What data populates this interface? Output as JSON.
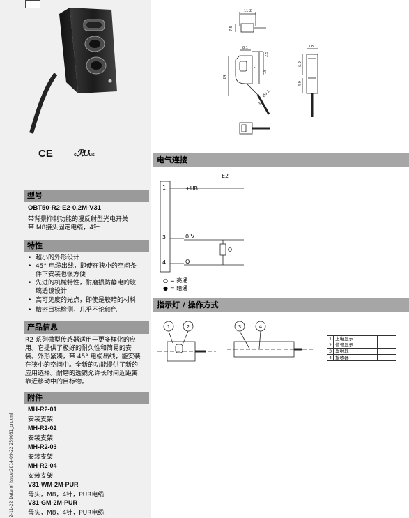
{
  "sections": {
    "model": "型号",
    "features": "特性",
    "product_info": "产品信息",
    "accessories": "附件",
    "electrical": "电气连接",
    "indicator": "指示灯 / 操作方式"
  },
  "model_number": "OBT50-R2-E2-0,2M-V31",
  "model_desc": [
    "带背景抑制功能的漫反射型光电开关",
    "带 M8接头固定电缆，4针"
  ],
  "features": [
    [
      "超小的外形设计"
    ],
    [
      "45° 电缆出线，即使在狭小的空间条",
      "件下安装也很方便"
    ],
    [
      "先进的机械特性，耐磨损防静电的玻",
      "璃透镜设计"
    ],
    [
      "高可见度的光点，即使是较暗的材料"
    ],
    [
      "精密目标检测，几乎不论颜色"
    ]
  ],
  "product_info_lines": [
    "R2 系列微型传感器适用于更多样化的应",
    "用。它提供了极好的耐久性和简易的安",
    "装。外形紧凑，带 45° 电缆出线，能安装",
    "在狭小的空间中。全新的功能提供了新的",
    "应用选择。耐磨的透镜允许长时间近距离",
    "靠近移动中的目标物。"
  ],
  "accessories": [
    {
      "code": "MH-R2-01",
      "desc": "安装支架"
    },
    {
      "code": "MH-R2-02",
      "desc": "安装支架"
    },
    {
      "code": "MH-R2-03",
      "desc": "安装支架"
    },
    {
      "code": "MH-R2-04",
      "desc": "安装支架"
    },
    {
      "code": "V31-WM-2M-PUR",
      "desc": "母头，M8，4针，PUR电缆"
    },
    {
      "code": "V31-GM-2M-PUR",
      "desc": "母头，M8，4针，PUR电缆"
    }
  ],
  "side_text": "Date of issue:2014-09-22  259081_cn.xml",
  "side_text_top": "2-11-22",
  "certs": {
    "ce": "CE",
    "ul": "us"
  },
  "dimensions": {
    "d1": "11.2",
    "d2": "7.5",
    "d3": "8.1",
    "d4": "2.5",
    "d5": "24",
    "d6": "12",
    "d7": "15",
    "d8": "3.8",
    "d9": "6.9",
    "d10": "4.9",
    "d11": "3.5",
    "d12": "Ø3.2"
  },
  "wiring": {
    "title": "E2",
    "pins": [
      {
        "num": "1",
        "label": "+UB"
      },
      {
        "num": "3",
        "label": "0 V"
      },
      {
        "num": "4",
        "label": "Q"
      }
    ],
    "legend": [
      {
        "symbol": "○",
        "text": "= 亮通"
      },
      {
        "symbol": "●",
        "text": "= 暗通"
      }
    ]
  },
  "callouts": [
    "1",
    "2",
    "3",
    "4"
  ],
  "legend_table": [
    {
      "num": "1",
      "label": "上电显示"
    },
    {
      "num": "2",
      "label": "信号显示"
    },
    {
      "num": "3",
      "label": "发射器"
    },
    {
      "num": "4",
      "label": "接收器"
    }
  ]
}
